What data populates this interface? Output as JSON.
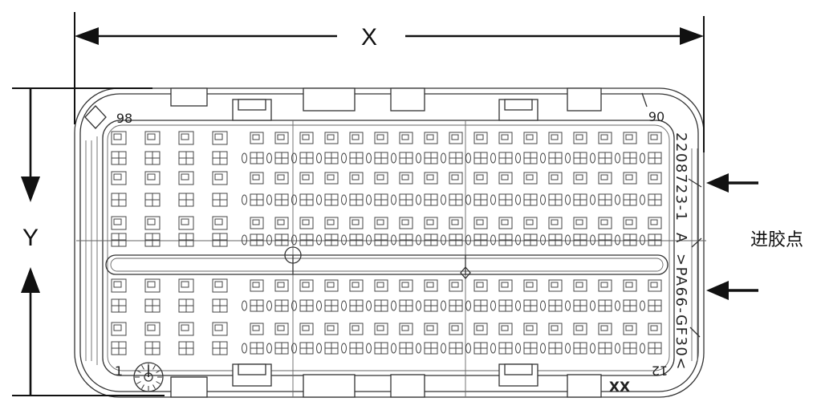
{
  "dimensions": {
    "x_label": "X",
    "y_label": "Y"
  },
  "gate_callout": {
    "label": "进胶点"
  },
  "connector_markings": {
    "cavity_top_left": "98",
    "cavity_top_right": "90",
    "cavity_bottom_left": "1",
    "cavity_bottom_right": "12",
    "part_number": "2208723-1",
    "revision": "A",
    "material": ">PA66-GF30<",
    "date_code": "XX"
  }
}
